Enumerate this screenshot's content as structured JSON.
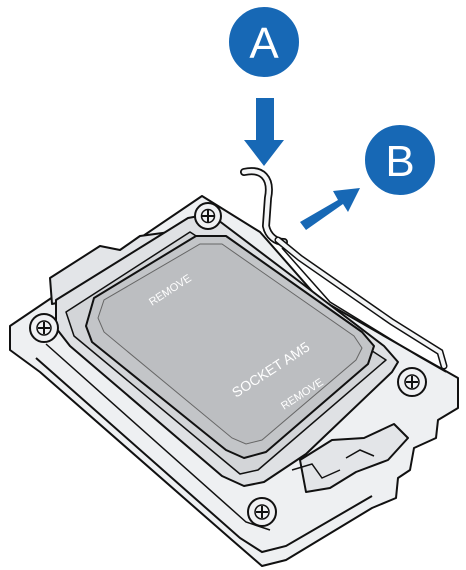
{
  "callouts": {
    "a": {
      "letter": "A",
      "color": "#1768b5"
    },
    "b": {
      "letter": "B",
      "color": "#1768b5"
    }
  },
  "cover": {
    "remove_top": "REMOVE",
    "remove_bottom": "REMOVE",
    "socket_label": "SOCKET AM5"
  },
  "colors": {
    "frame_fill": "#e9ebed",
    "cover_fill": "#c2c4c7",
    "cover_center": "#b6b8bb",
    "cover_text": "#ffffff",
    "line": "#111111"
  }
}
